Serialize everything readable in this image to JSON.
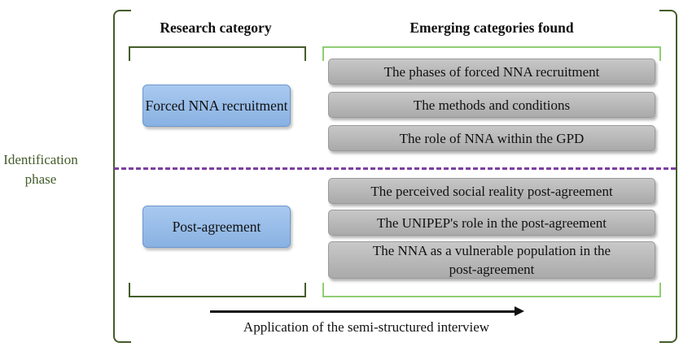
{
  "phase_label": "Identification phase",
  "headers": {
    "research": "Research category",
    "emerging": "Emerging categories found"
  },
  "research_categories": [
    "Forced NNA recruitment",
    "Post-agreement"
  ],
  "emerging_groups": [
    [
      "The phases of forced NNA recruitment",
      "The methods and conditions",
      "The role of NNA within the GPD"
    ],
    [
      "The perceived social reality post-agreement",
      "The UNIPEP's role in the post-agreement",
      "The NNA as a vulnerable population in the post-agreement"
    ]
  ],
  "caption": "Application of the semi-structured interview",
  "colors": {
    "bracket_dark_green": "#445c2a",
    "bracket_light_green": "#8fce72",
    "divider_purple": "#7b3fa0",
    "blue_box": "#9dbfea",
    "gray_box": "#b9b9b9"
  }
}
